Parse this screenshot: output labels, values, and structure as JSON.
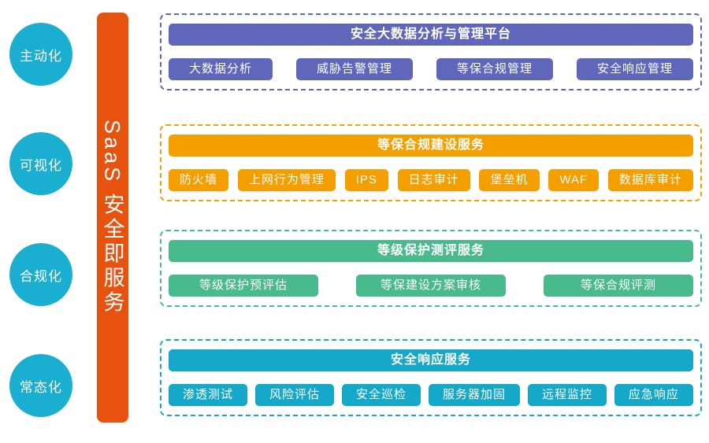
{
  "sidebar": {
    "bar_label": "SaaS 安全即服务",
    "bar_color": "#E8520F",
    "badge_color": "#1AAED0",
    "badges": [
      {
        "label": "主动化"
      },
      {
        "label": "可视化"
      },
      {
        "label": "合规化"
      },
      {
        "label": "常态化"
      }
    ]
  },
  "sections": [
    {
      "title": "安全大数据分析与管理平台",
      "color": "#6066BA",
      "items": [
        "大数据分析",
        "威胁告警管理",
        "等保合规管理",
        "安全响应管理"
      ]
    },
    {
      "title": "等保合规建设服务",
      "color": "#F49E00",
      "items": [
        "防火墙",
        "上网行为管理",
        "IPS",
        "日志审计",
        "堡垒机",
        "WAF",
        "数据库审计"
      ]
    },
    {
      "title": "等级保护测评服务",
      "color": "#49BA8B",
      "items": [
        "等级保护预评估",
        "等保建设方案审核",
        "等保合规评测"
      ]
    },
    {
      "title": "安全响应服务",
      "color": "#16A8C9",
      "items": [
        "渗透测试",
        "风险评估",
        "安全巡检",
        "服务器加固",
        "远程监控",
        "应急响应"
      ]
    }
  ]
}
